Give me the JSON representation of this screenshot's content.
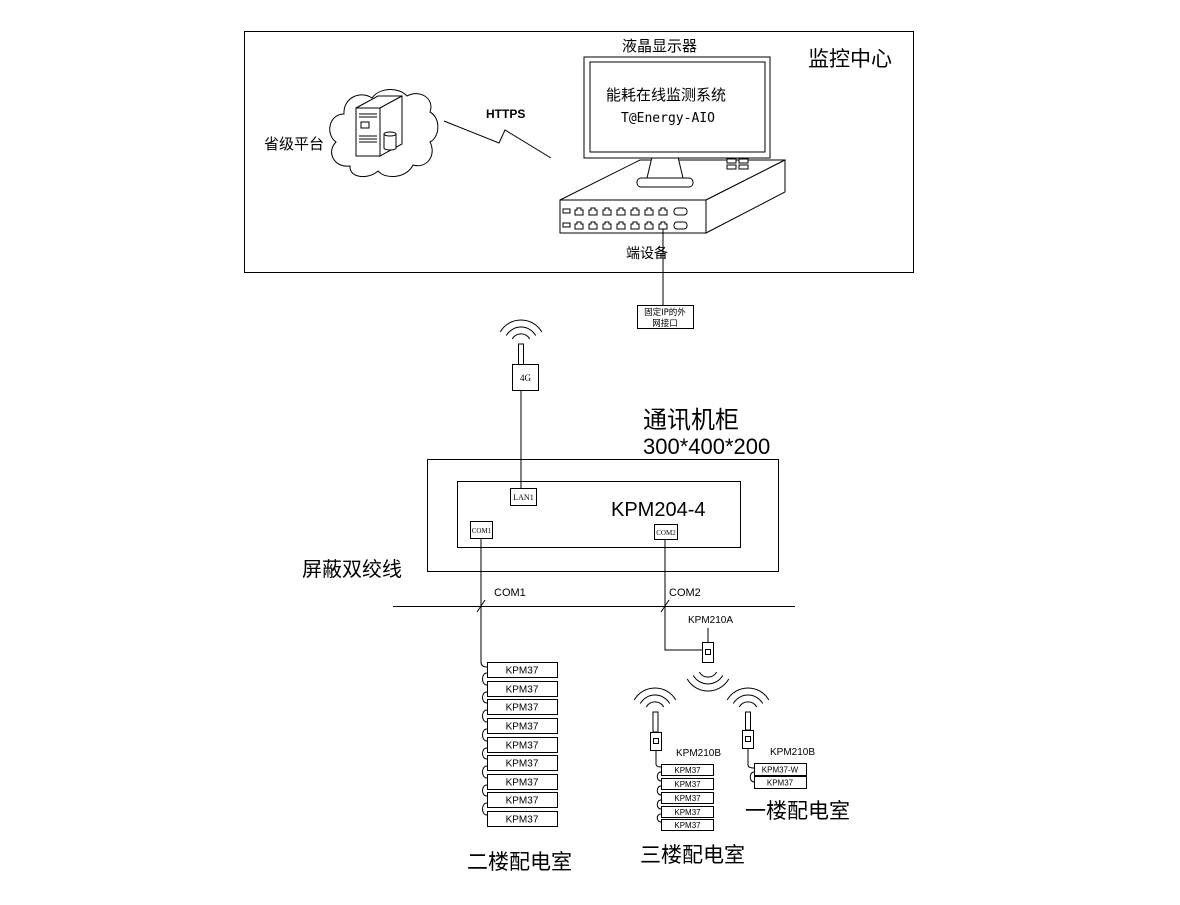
{
  "monitoring_center": {
    "title": "监控中心",
    "display_label": "液晶显示器",
    "screen_title": "能耗在线监测系统",
    "screen_product": "T@Energy-AIO",
    "end_device_label": "端设备",
    "provincial_platform_label": "省级平台",
    "link_protocol": "HTTPS"
  },
  "wan_interface": {
    "label_line1": "固定IP的外",
    "label_line2": "网接口"
  },
  "modem": {
    "label": "4G"
  },
  "cabinet": {
    "title": "通讯机柜",
    "dimensions": "300*400*200",
    "gateway_model": "KPM204-4",
    "port_lan1": "LAN1",
    "port_com1": "COM1",
    "port_com2": "COM2"
  },
  "bus": {
    "cable_label": "屏蔽双绞线",
    "com1_label": "COM1",
    "com2_label": "COM2",
    "wireless_master_model": "KPM210A"
  },
  "rooms": {
    "floor2": {
      "name": "二楼配电室",
      "meters": [
        "KPM37",
        "KPM37",
        "KPM37",
        "KPM37",
        "KPM37",
        "KPM37",
        "KPM37",
        "KPM37",
        "KPM37"
      ]
    },
    "floor3": {
      "name": "三楼配电室",
      "receiver_model": "KPM210B",
      "meters": [
        "KPM37",
        "KPM37",
        "KPM37",
        "KPM37",
        "KPM37"
      ]
    },
    "floor1": {
      "name": "一楼配电室",
      "receiver_model": "KPM210B",
      "meters": [
        "KPM37-W",
        "KPM37"
      ]
    }
  },
  "colors": {
    "line": "#000000",
    "background": "#ffffff"
  }
}
